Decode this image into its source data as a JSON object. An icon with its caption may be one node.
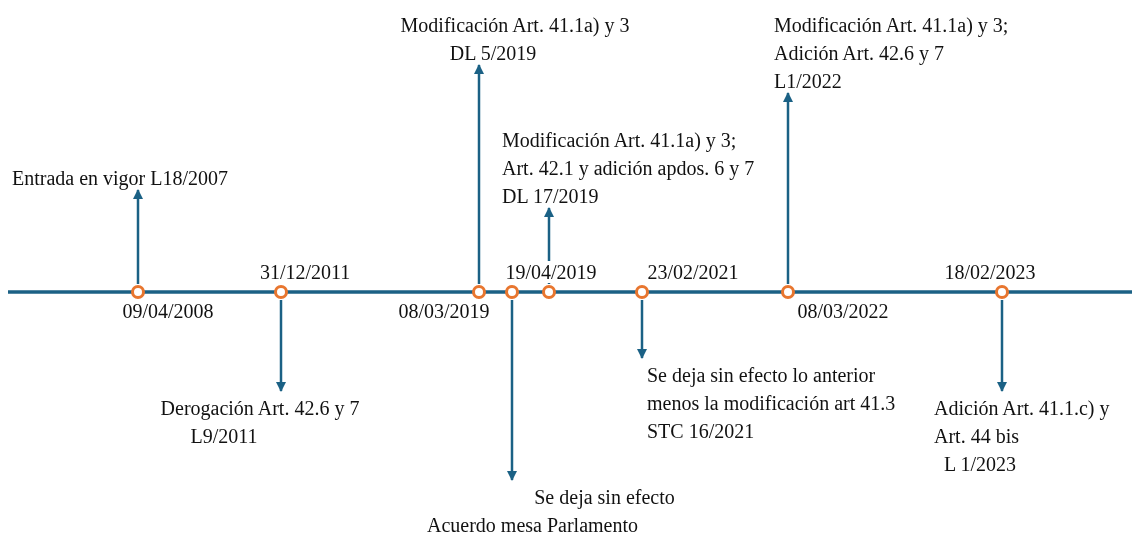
{
  "diagram": {
    "nodes": [
      {
        "text": [],
        "shape": "circle",
        "beside": [
          "09/04/2008"
        ]
      },
      {
        "text": [],
        "shape": "circle",
        "beside": [
          "31/12/2011"
        ]
      },
      {
        "text": [],
        "shape": "circle",
        "beside": [
          "08/03/2019"
        ]
      },
      {
        "text": [],
        "shape": "circle"
      },
      {
        "text": [],
        "shape": "circle",
        "beside": [
          "19/04/2019"
        ]
      },
      {
        "text": [],
        "shape": "circle",
        "beside": [
          "23/02/2021"
        ]
      },
      {
        "text": [],
        "shape": "circle",
        "beside": [
          "08/03/2022"
        ]
      },
      {
        "text": [],
        "shape": "circle",
        "beside": [
          "18/02/2023"
        ]
      },
      {
        "text": [
          "Entrada en vigor L18/2007"
        ]
      },
      {
        "text": [
          "Derogación Art. 42.6 y 7",
          "L9/2011"
        ]
      },
      {
        "text": [
          "Modificación Art. 41.1a) y 3",
          "DL 5/2019"
        ]
      },
      {
        "text": [
          "Se deja sin efecto",
          "Acuerdo mesa Parlamento"
        ]
      },
      {
        "text": [
          "Modificación Art. 41.1a) y 3;",
          "Art. 42.1 y adición apdos. 6 y 7",
          "DL 17/2019"
        ]
      },
      {
        "text": [
          "Se deja sin efecto lo anterior menos la modificación art 41.3",
          "STC  16/2021"
        ]
      },
      {
        "text": [
          "Modificación Art. 41.1a) y 3;",
          "Adición Art. 42.6 y 7",
          "L1/2022"
        ]
      },
      {
        "text": [
          "Adición Art. 41.1.c) y Art. 44 bis",
          "L 1/2023"
        ]
      }
    ],
    "edges": [
      {
        "from": 0,
        "to": 8,
        "arrow": "to"
      },
      {
        "from": 1,
        "to": 9,
        "arrow": "to"
      },
      {
        "from": 2,
        "to": 10,
        "arrow": "to"
      },
      {
        "from": 3,
        "to": 11,
        "arrow": "to"
      },
      {
        "from": 4,
        "to": 12,
        "arrow": "to"
      },
      {
        "from": 5,
        "to": 13,
        "arrow": "to"
      },
      {
        "from": 6,
        "to": 14,
        "arrow": "to"
      },
      {
        "from": 7,
        "to": 15,
        "arrow": "to"
      }
    ]
  }
}
